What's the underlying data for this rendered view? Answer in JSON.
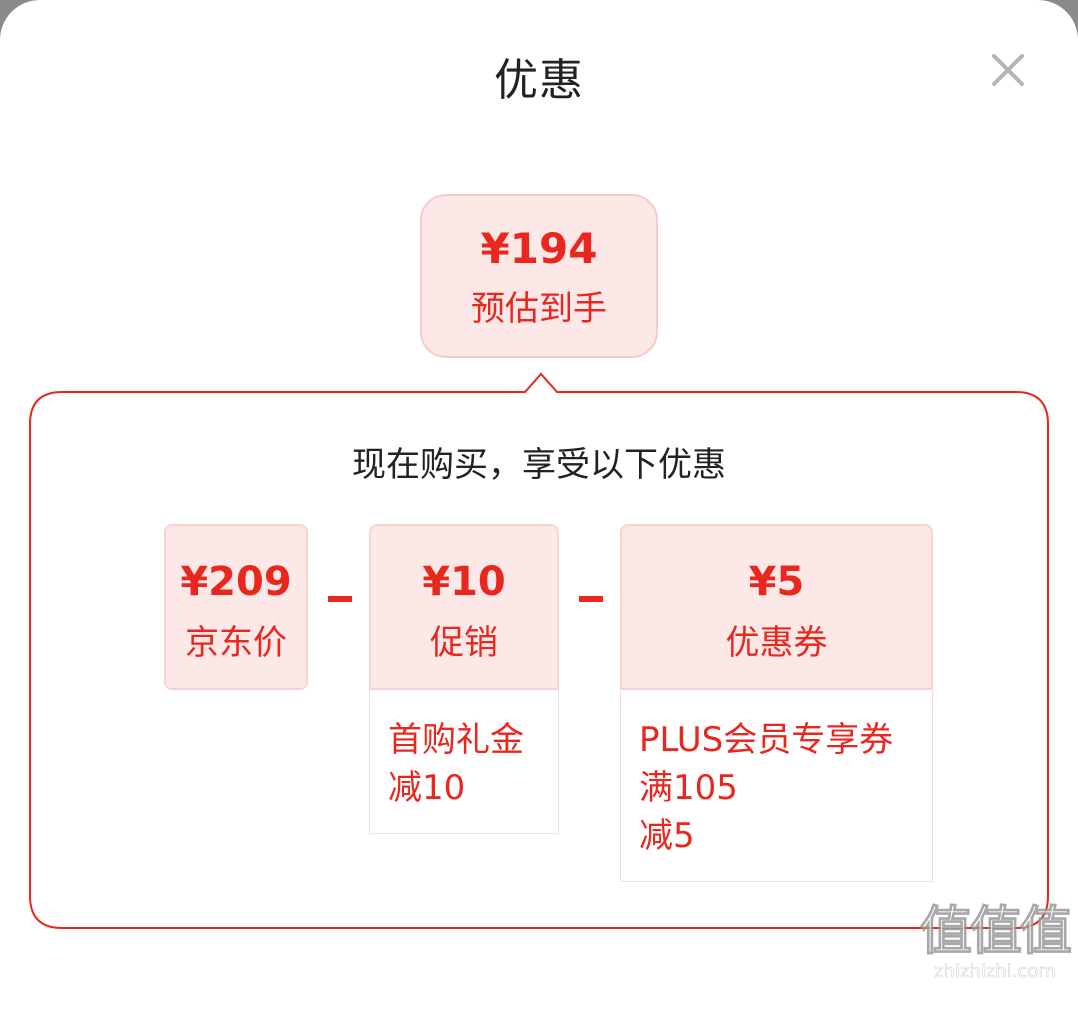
{
  "header": {
    "title": "优惠"
  },
  "estimate": {
    "amount": "¥194",
    "label": "预估到手"
  },
  "breakdown": {
    "subtitle": "现在购买，享受以下优惠",
    "items": [
      {
        "amount": "¥209",
        "label": "京东价"
      },
      {
        "amount": "¥10",
        "label": "促销",
        "detail": "首购礼金\n减10"
      },
      {
        "amount": "¥5",
        "label": "优惠券",
        "detail": "PLUS会员专享券\n满105\n减5"
      }
    ]
  },
  "watermark": {
    "logo": "值值值",
    "site": "zhizhizhi.com"
  },
  "colors": {
    "accent": "#e8281e",
    "box_bg": "#fde8e8",
    "frame": "#e8281e"
  },
  "icons": {
    "close": "close-icon"
  }
}
